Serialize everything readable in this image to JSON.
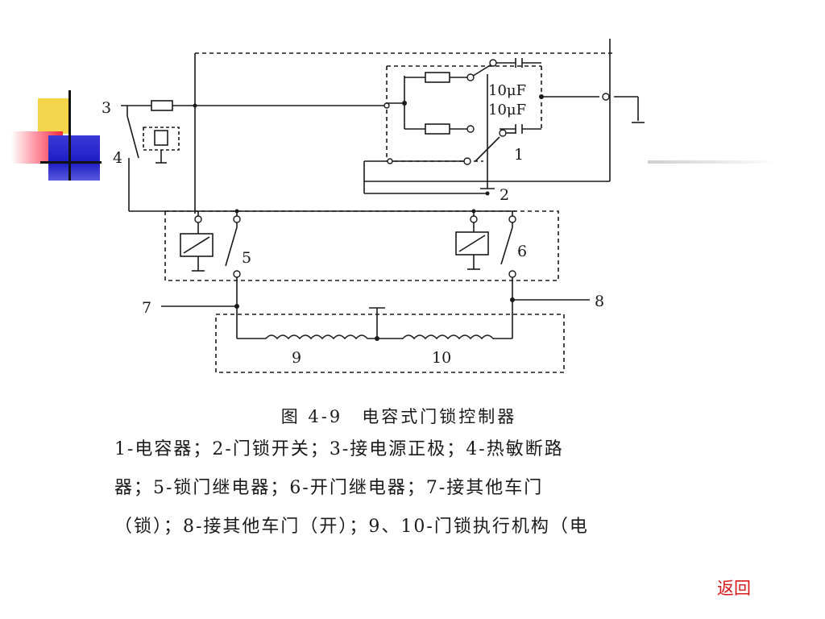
{
  "diagram": {
    "labels": {
      "n1": "1",
      "n2": "2",
      "n3": "3",
      "n4": "4",
      "n5": "5",
      "n6": "6",
      "n7": "7",
      "n8": "8",
      "n9": "9",
      "n10": "10",
      "cap_top": "10μF",
      "cap_bottom": "10μF"
    }
  },
  "caption": {
    "title": "图 4-9　电容式门锁控制器",
    "lines": [
      "1-电容器；2-门锁开关；3-接电源正极；4-热敏断路",
      "器；5-锁门继电器；6-开门继电器；7-接其他车门",
      "（锁）；8-接其他车门（开）；9、10-门锁执行机构（电"
    ]
  },
  "nav": {
    "back_label": "返回",
    "back_color": "#d81818"
  },
  "logo": {
    "colors": [
      "#f4d44a",
      "#f0283e",
      "#1c1cc4"
    ]
  }
}
